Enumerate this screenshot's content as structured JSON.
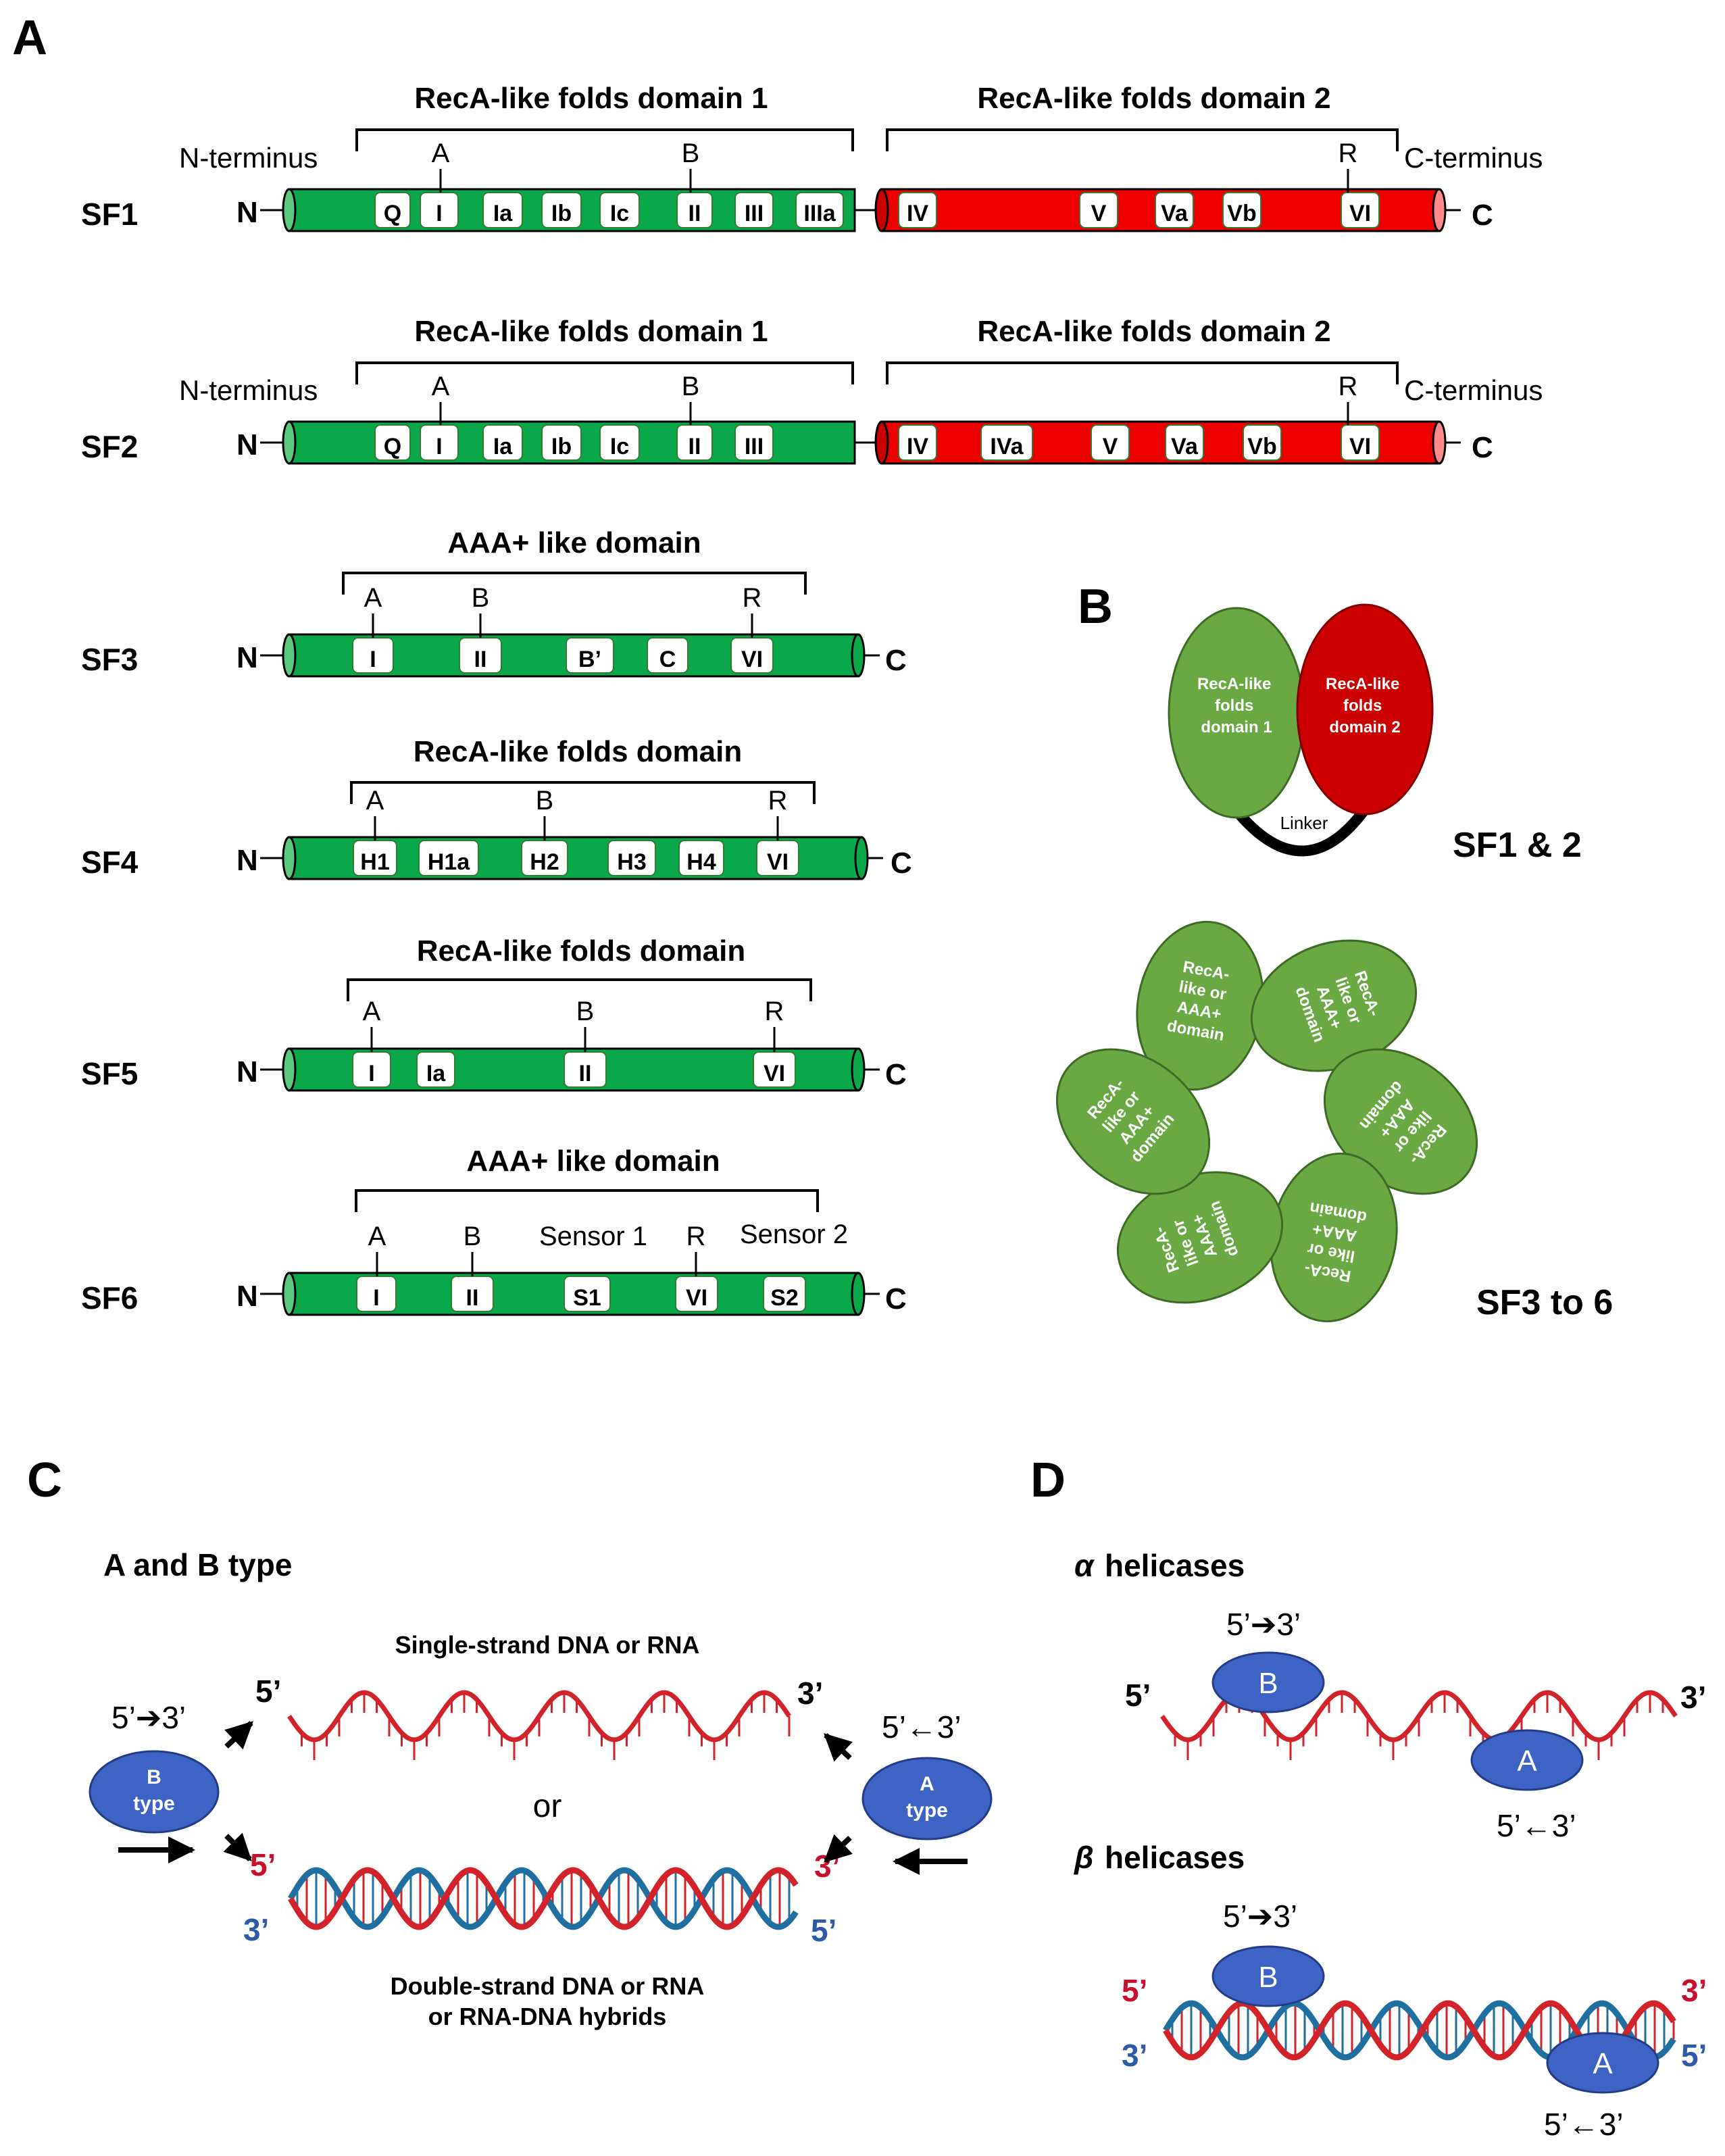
{
  "colors": {
    "green": "#0aa84a",
    "red": "#ee0000",
    "red_dark": "#c90000",
    "olive_green": "#6aa843",
    "blue_protein": "#3f63c5",
    "strand_red": "#d2232a",
    "strand_blue": "#1f6fa0",
    "label_red": "#c8102e",
    "label_blue": "#2f5aa8"
  },
  "panel_a": {
    "letter": "A",
    "rows": [
      {
        "name": "SF1",
        "n": "N",
        "c": "C",
        "n_terminus": "N-terminus",
        "c_terminus": "C-terminus",
        "domains": [
          "RecA-like folds domain 1",
          "RecA-like folds domain 2"
        ],
        "motifs": [
          [
            "Q",
            "I",
            "Ia",
            "Ib",
            "Ic",
            "II",
            "III",
            "IIIa"
          ],
          [
            "IV",
            "V",
            "Va",
            "Vb",
            "VI"
          ]
        ],
        "markers": [
          "A",
          "B",
          "R"
        ]
      },
      {
        "name": "SF2",
        "n": "N",
        "c": "C",
        "n_terminus": "N-terminus",
        "c_terminus": "C-terminus",
        "domains": [
          "RecA-like folds domain 1",
          "RecA-like folds domain 2"
        ],
        "motifs": [
          [
            "Q",
            "I",
            "Ia",
            "Ib",
            "Ic",
            "II",
            "III"
          ],
          [
            "IV",
            "IVa",
            "V",
            "Va",
            "Vb",
            "VI"
          ]
        ],
        "markers": [
          "A",
          "B",
          "R"
        ]
      },
      {
        "name": "SF3",
        "n": "N",
        "c": "C",
        "domains": [
          "AAA+ like domain"
        ],
        "motifs": [
          [
            "I",
            "II",
            "B’",
            "C",
            "VI"
          ]
        ],
        "markers": [
          "A",
          "B",
          "R"
        ]
      },
      {
        "name": "SF4",
        "n": "N",
        "c": "C",
        "domains": [
          "RecA-like folds domain"
        ],
        "motifs": [
          [
            "H1",
            "H1a",
            "H2",
            "H3",
            "H4",
            "VI"
          ]
        ],
        "markers": [
          "A",
          "B",
          "R"
        ]
      },
      {
        "name": "SF5",
        "n": "N",
        "c": "C",
        "domains": [
          "RecA-like folds domain"
        ],
        "motifs": [
          [
            "I",
            "Ia",
            "II",
            "VI"
          ]
        ],
        "markers": [
          "A",
          "B",
          "R"
        ]
      },
      {
        "name": "SF6",
        "n": "N",
        "c": "C",
        "domains": [
          "AAA+ like domain"
        ],
        "motifs": [
          [
            "I",
            "II",
            "S1",
            "VI",
            "S2"
          ]
        ],
        "markers": [
          "A",
          "B",
          "R"
        ],
        "sensor_labels": [
          "Sensor 1",
          "Sensor 2"
        ]
      }
    ]
  },
  "panel_b": {
    "letter": "B",
    "domain1": "RecA-like folds domain 1",
    "domain2": "RecA-like folds domain 2",
    "linker": "Linker",
    "caption1": "SF1 & 2",
    "hexamer_unit": "RecA-like or AAA+ domain",
    "caption2": "SF3 to 6"
  },
  "panel_c": {
    "letter": "C",
    "title": "A and B type",
    "ss_label": "Single-strand DNA or RNA",
    "or": "or",
    "ds_label_line1": "Double-strand DNA or RNA",
    "ds_label_line2": "or RNA-DNA hybrids",
    "five": "5’",
    "three": "3’",
    "b_direction": "5’➔3’",
    "a_direction": "5’←3’",
    "b_type": [
      "B",
      "type"
    ],
    "a_type": [
      "A",
      "type"
    ]
  },
  "panel_d": {
    "letter": "D",
    "alpha_symbol": "α",
    "alpha_title": "helicases",
    "beta_symbol": "β",
    "beta_title": "helicases",
    "b": "B",
    "a": "A",
    "five": "5’",
    "three": "3’",
    "b_direction": "5’➔3’",
    "a_direction": "5’←3’"
  }
}
